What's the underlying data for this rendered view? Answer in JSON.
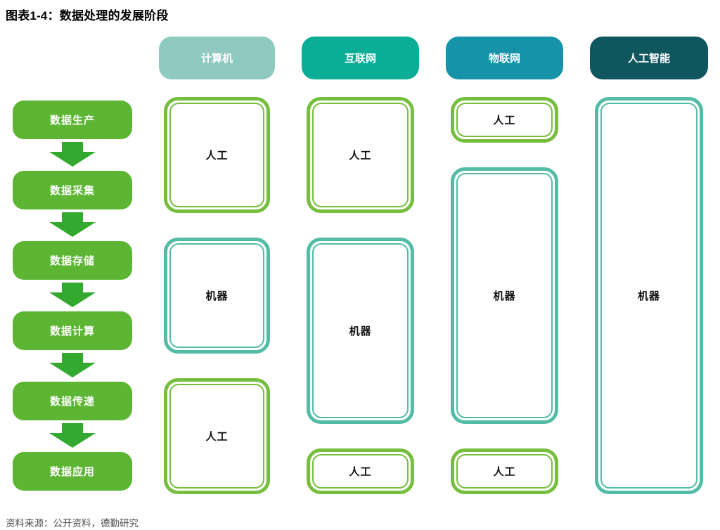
{
  "title": "图表1-4：数据处理的发展阶段",
  "source": "资料来源：公开资料，德勤研究",
  "flow": {
    "steps": [
      "数据生产",
      "数据采集",
      "数据存储",
      "数据计算",
      "数据传递",
      "数据应用"
    ]
  },
  "columns": [
    {
      "header": "计算机",
      "header_color": "#90C9BF",
      "boxes": [
        {
          "label": "人工",
          "type": "manual",
          "rows": [
            1,
            2
          ]
        },
        {
          "label": "机器",
          "type": "machine",
          "rows": [
            3,
            4
          ]
        },
        {
          "label": "人工",
          "type": "manual",
          "rows": [
            5,
            6
          ]
        }
      ]
    },
    {
      "header": "互联网",
      "header_color": "#0AAE96",
      "boxes": [
        {
          "label": "人工",
          "type": "manual",
          "rows": [
            1,
            2
          ]
        },
        {
          "label": "机器",
          "type": "machine",
          "rows": [
            3,
            5
          ]
        },
        {
          "label": "人工",
          "type": "manual",
          "rows": [
            6,
            6
          ]
        }
      ]
    },
    {
      "header": "物联网",
      "header_color": "#1793A9",
      "boxes": [
        {
          "label": "人工",
          "type": "manual",
          "rows": [
            1,
            1
          ]
        },
        {
          "label": "机器",
          "type": "machine",
          "rows": [
            2,
            5
          ]
        },
        {
          "label": "人工",
          "type": "manual",
          "rows": [
            6,
            6
          ]
        }
      ]
    },
    {
      "header": "人工智能",
      "header_color": "#10565E",
      "boxes": [
        {
          "label": "机器",
          "type": "machine",
          "rows": [
            1,
            6
          ]
        }
      ]
    }
  ],
  "colors": {
    "flow_box_green": "#5CB533",
    "arrow_green": "#33A92F",
    "manual_border_green": "#77BE3E",
    "machine_border_teal": "#53BCA6",
    "label_text": "#111111",
    "header_text": "#FFFFFF",
    "source_text": "#4D4D4D"
  }
}
